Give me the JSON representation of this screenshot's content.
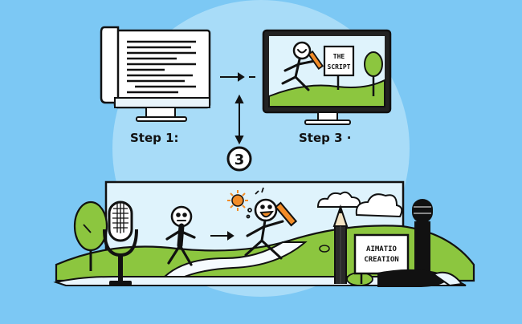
{
  "steps": {
    "step1": "Step 1:",
    "step3": "Step 3 ·",
    "circle_number": "3"
  },
  "signs": {
    "script_line1": "THE",
    "script_line2": "SCRIPT",
    "creation_line1": "AIMATIO",
    "creation_line2": "CREATION"
  },
  "icons": [
    "document-icon",
    "monitor-icon",
    "stick-figure-icon",
    "microphone-icon",
    "pencil-icon",
    "sun-icon",
    "tree-icon",
    "cloud-icon",
    "arrow-icon"
  ],
  "colors": {
    "background": "#7cc8f4",
    "glow": "#a8dcf8",
    "grass": "#8cc63f",
    "outline": "#111111",
    "sun": "#f28c28"
  }
}
